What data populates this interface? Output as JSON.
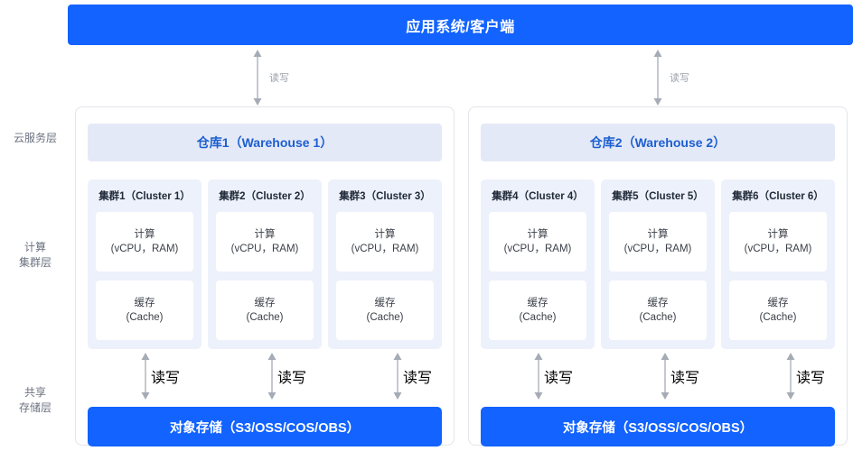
{
  "client": {
    "label": "应用系统/客户端"
  },
  "layers": [
    {
      "name": "cloud-service-layer",
      "label": "云服务层"
    },
    {
      "name": "compute-cluster-layer",
      "label": "计算\n集群层"
    },
    {
      "name": "shared-storage-layer",
      "label": "共享\n存储层"
    }
  ],
  "connectors": {
    "read_write_label": "读写",
    "top": [
      {
        "id": "client-to-warehouse-1",
        "label": "读写"
      },
      {
        "id": "client-to-warehouse-2",
        "label": "读写"
      }
    ]
  },
  "warehouses": [
    {
      "id": "warehouse-1",
      "title": "仓库1（Warehouse 1）",
      "clusters": [
        {
          "title": "集群1（Cluster 1）",
          "compute": {
            "line1": "计算",
            "line2": "(vCPU，RAM)"
          },
          "cache": {
            "line1": "缓存",
            "line2": "(Cache)"
          },
          "connector_label": "读写"
        },
        {
          "title": "集群2（Cluster 2）",
          "compute": {
            "line1": "计算",
            "line2": "(vCPU，RAM)"
          },
          "cache": {
            "line1": "缓存",
            "line2": "(Cache)"
          },
          "connector_label": "读写"
        },
        {
          "title": "集群3（Cluster 3）",
          "compute": {
            "line1": "计算",
            "line2": "(vCPU，RAM)"
          },
          "cache": {
            "line1": "缓存",
            "line2": "(Cache)"
          },
          "connector_label": "读写"
        }
      ],
      "storage": {
        "label": "对象存储（S3/OSS/COS/OBS）"
      }
    },
    {
      "id": "warehouse-2",
      "title": "仓库2（Warehouse 2）",
      "clusters": [
        {
          "title": "集群4（Cluster 4）",
          "compute": {
            "line1": "计算",
            "line2": "(vCPU，RAM)"
          },
          "cache": {
            "line1": "缓存",
            "line2": "(Cache)"
          },
          "connector_label": "读写"
        },
        {
          "title": "集群5（Cluster 5）",
          "compute": {
            "line1": "计算",
            "line2": "(vCPU，RAM)"
          },
          "cache": {
            "line1": "缓存",
            "line2": "(Cache)"
          },
          "connector_label": "读写"
        },
        {
          "title": "集群6（Cluster 6）",
          "compute": {
            "line1": "计算",
            "line2": "(vCPU，RAM)"
          },
          "cache": {
            "line1": "缓存",
            "line2": "(Cache)"
          },
          "connector_label": "读写"
        }
      ],
      "storage": {
        "label": "对象存储（S3/OSS/COS/OBS）"
      }
    }
  ],
  "colors": {
    "primary_blue": "#1263ff",
    "warehouse_header_bg": "#e4e9f7",
    "warehouse_header_text": "#1c5fd0",
    "cluster_bg": "#edf1fb",
    "inner_bg": "#ffffff",
    "arrow_gray": "#a6acb5",
    "label_gray": "#6b7280"
  }
}
